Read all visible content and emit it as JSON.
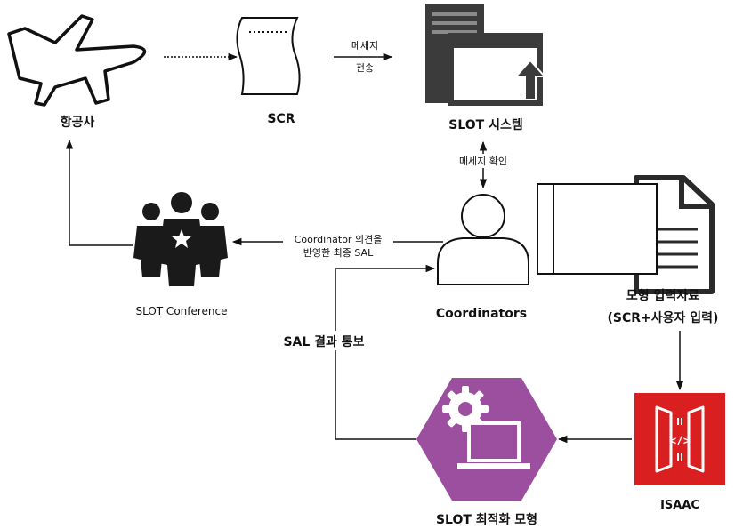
{
  "nodes": {
    "airline": "항공사",
    "scr": "SCR",
    "slot_system": "SLOT 시스템",
    "slot_conference": "SLOT Conference",
    "coordinators": "Coordinators",
    "model_input_line1": "모형 입력자료",
    "model_input_line2": "(SCR+사용자 입력)",
    "isaac": "ISAAC",
    "optimization_model": "SLOT 최적화 모형"
  },
  "edges": {
    "message_send_line1": "메세지",
    "message_send_line2": "전송",
    "message_check": "메세지 확인",
    "final_sal_line1": "Coordinator 의견을",
    "final_sal_line2": "반영한 최종 SAL",
    "sal_notice": "SAL 결과 통보"
  },
  "colors": {
    "hexagon": "#9b4f9e",
    "isaac": "#d91f1f",
    "icon_dark": "#1a1a1a",
    "icon_gray": "#3a3a3a",
    "line": "#111111"
  }
}
